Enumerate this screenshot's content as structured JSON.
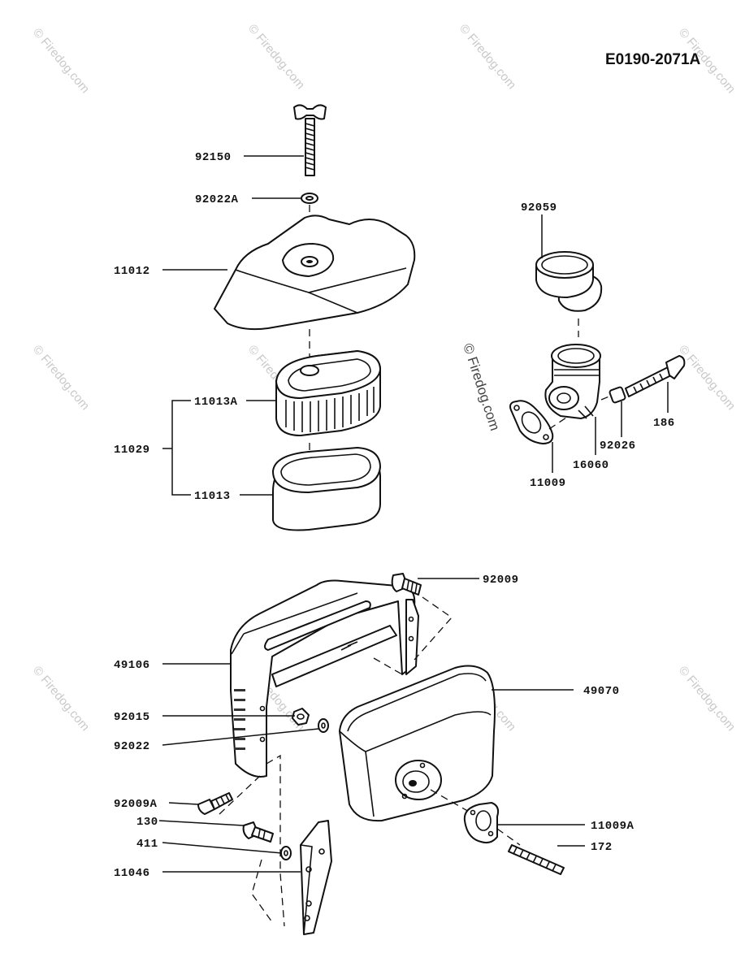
{
  "diagram_id": "E0190-2071A",
  "watermark_text": "© Firedog.com",
  "center_watermark_text": "© Firedog.com",
  "parts": {
    "p92150": "92150",
    "p92022A": "92022A",
    "p11012": "11012",
    "p11013A": "11013A",
    "p11029": "11029",
    "p11013": "11013",
    "p92059": "92059",
    "p186": "186",
    "p92026": "92026",
    "p16060": "16060",
    "p11009": "11009",
    "p92009": "92009",
    "p49106": "49106",
    "p49070": "49070",
    "p92015": "92015",
    "p92022": "92022",
    "p92009A": "92009A",
    "p130": "130",
    "p411": "411",
    "p11009A": "11009A",
    "p172": "172",
    "p11046": "11046"
  }
}
